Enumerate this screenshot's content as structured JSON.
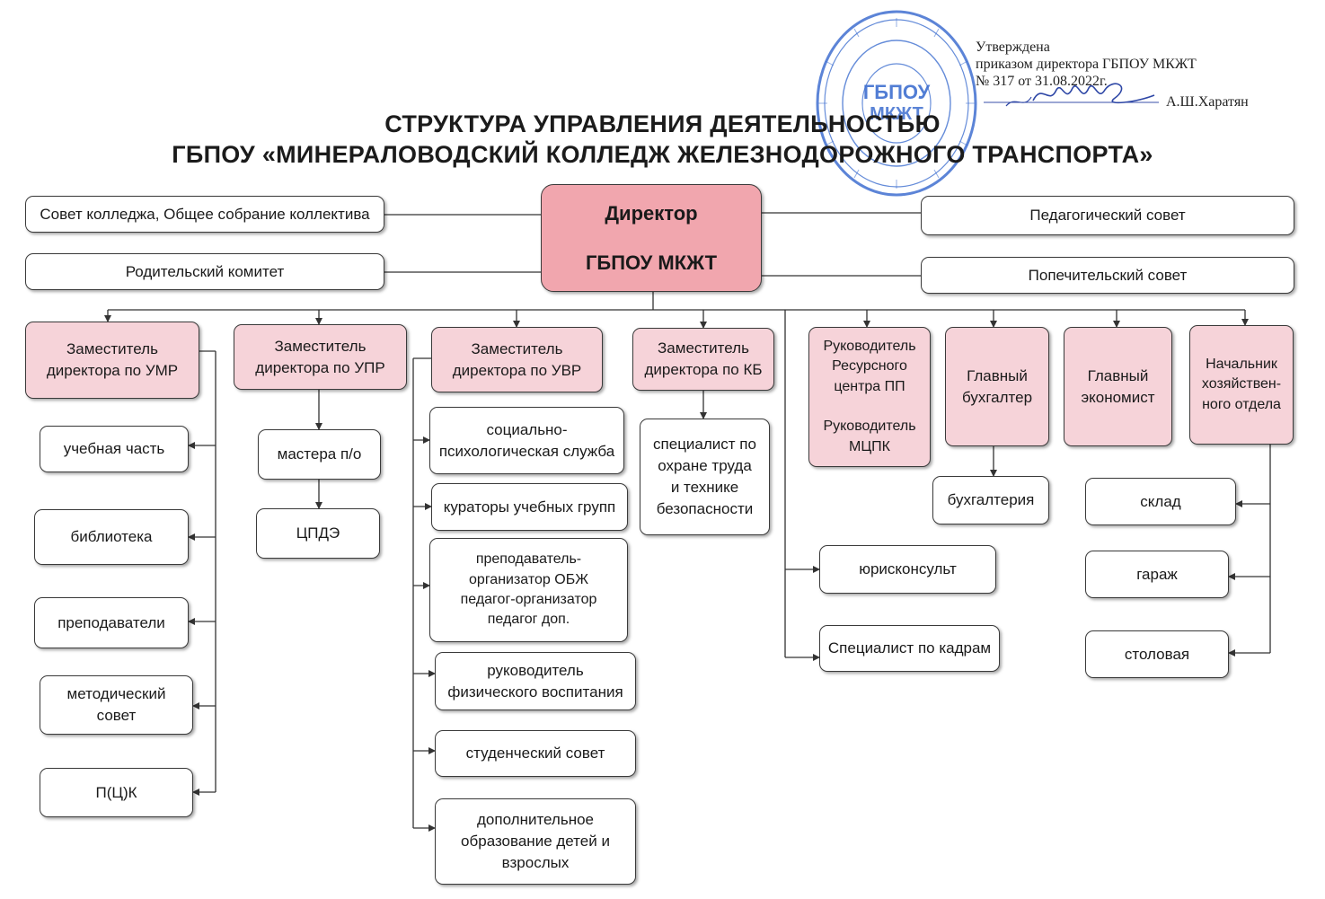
{
  "approval": {
    "line1": "Утверждена",
    "line2": "приказом директора  ГБПОУ МКЖТ",
    "line3": "№ 317 от 31.08.2022г.",
    "signatory": "А.Ш.Харатян"
  },
  "stamp": {
    "center_text_top": "ГБПОУ",
    "center_text_bottom": "МКЖТ",
    "color": "#3f6fd0"
  },
  "title": {
    "line1": "СТРУКТУРА УПРАВЛЕНИЯ ДЕЯТЕЛЬНОСТЬЮ",
    "line2": "ГБПОУ «МИНЕРАЛОВОДСКИЙ КОЛЛЕДЖ ЖЕЛЕЗНОДОРОЖНОГО ТРАНСПОРТА»"
  },
  "colors": {
    "director_fill": "#f1a6ae",
    "deputy_fill": "#f6d3d9",
    "box_fill": "#ffffff",
    "line": "#333333"
  },
  "nodes": {
    "director": "Директор\n\nГБПОУ  МКЖТ",
    "council": "Совет колледжа, Общее собрание коллектива",
    "parents": "Родительский комитет",
    "pedagogical": "Педагогический совет",
    "trustees": "Попечительский совет",
    "deputy_umr": "Заместитель\nдиректора по УМР",
    "deputy_upr": "Заместитель\nдиректора по УПР",
    "deputy_uvr": "Заместитель\nдиректора по УВР",
    "deputy_kb": "Заместитель\nдиректора по КБ",
    "head_resource": "Руководитель\nРесурсного\nцентра ПП\n\nРуководитель\nМЦПК",
    "chief_accountant": "Главный\nбухгалтер",
    "chief_economist": "Главный\nэкономист",
    "head_household": "Начальник\nхозяйствен-\nного отдела",
    "study_part": "учебная часть",
    "library": "библиотека",
    "teachers": "преподаватели",
    "method_council": "методический\nсовет",
    "pck": "П(Ц)К",
    "masters": "мастера п/о",
    "cpde": "ЦПДЭ",
    "psych_service": "социально-\nпсихологическая служба",
    "curators": "кураторы учебных групп",
    "obzh": "преподаватель-\nорганизатор ОБЖ\nпедагог-организатор\nпедагог доп.",
    "phys_ed": "руководитель\nфизического воспитания",
    "student_council": "студенческий совет",
    "add_education": "дополнительное\nобразование детей и\nвзрослых",
    "safety_specialist": "специалист по\nохране труда\nи технике\nбезопасности",
    "accounting": "бухгалтерия",
    "legal": "юрисконсульт",
    "hr": "Специалист по кадрам",
    "warehouse": "склад",
    "garage": "гараж",
    "canteen": "столовая"
  }
}
